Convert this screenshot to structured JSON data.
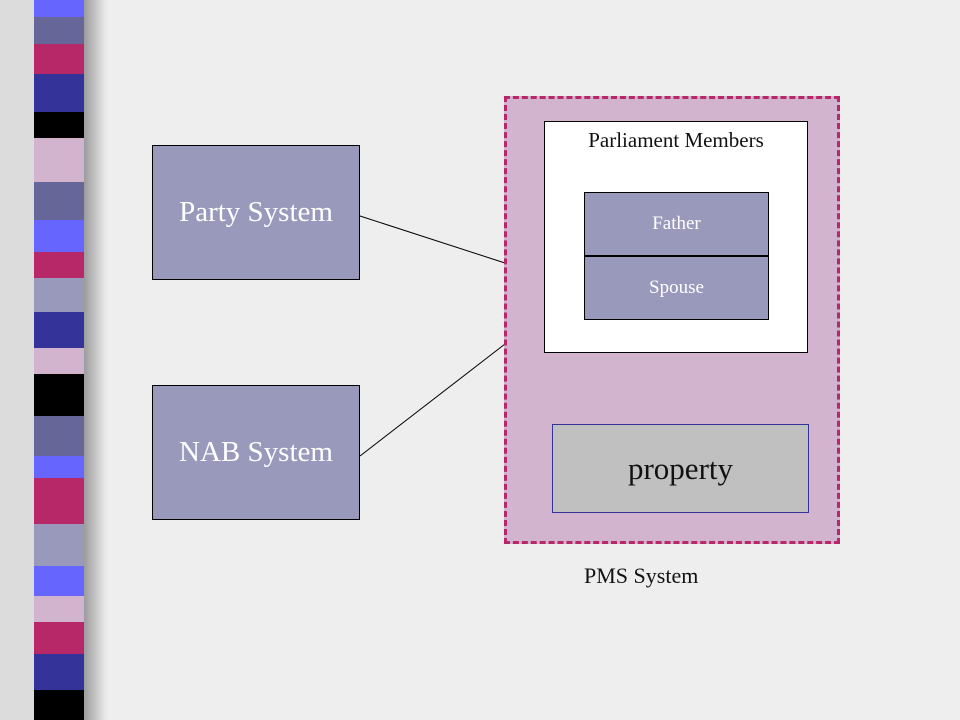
{
  "nodes": {
    "party_system": "Party System",
    "nab_system": "NAB System",
    "parliament_members": "Parliament Members",
    "father": "Father",
    "spouse": "Spouse",
    "property": "property"
  },
  "container": {
    "label": "PMS System"
  },
  "edges": [
    {
      "from": "Party System",
      "to": "PMS System"
    },
    {
      "from": "NAB System",
      "to": "PMS System"
    }
  ],
  "colors": {
    "system_box": "#9999bb",
    "pms_fill": "#d2b4cf",
    "pms_border": "#b72869",
    "property_fill": "#c0c0c0",
    "stripe_palette": [
      "#6666ff",
      "#333399",
      "#b72869",
      "#000000",
      "#d2b4cf",
      "#666699",
      "#9999bb"
    ]
  }
}
